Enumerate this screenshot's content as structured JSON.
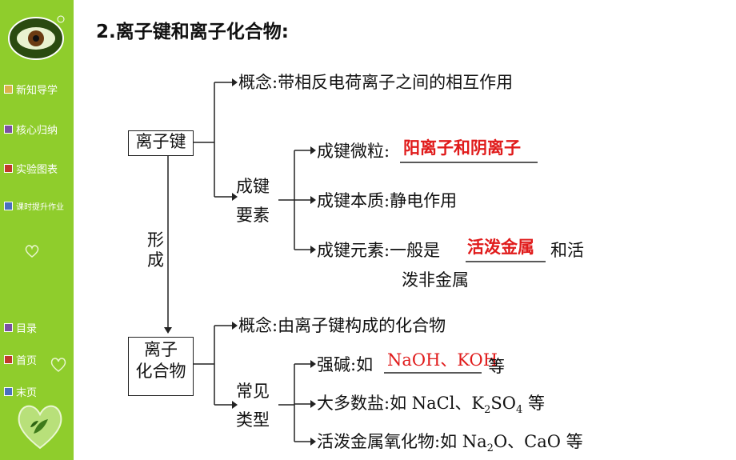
{
  "sidebar": {
    "items": [
      {
        "label": "新知导学",
        "color": "#d9b24a"
      },
      {
        "label": "核心归纳",
        "color": "#7b4fa3"
      },
      {
        "label": "实验图表",
        "color": "#c0392b"
      },
      {
        "label": "课时提升作业",
        "color": "#4a6fc0"
      }
    ],
    "bottom_items": [
      {
        "label": "目录",
        "color": "#7b4fa3"
      },
      {
        "label": "首页",
        "color": "#c0392b"
      },
      {
        "label": "末页",
        "color": "#4a6fc0"
      }
    ]
  },
  "slide": {
    "heading": "2.离子键和离子化合物:",
    "ionic_bond": {
      "node": "离子键",
      "concept": "概念:带相反电荷离子之间的相互作用",
      "elements_label_1": "成键",
      "elements_label_2": "要素",
      "particles_label": "成键微粒:",
      "particles_answer": "阳离子和阴离子",
      "essence": "成键本质:静电作用",
      "elements_prefix": "成键元素:一般是",
      "elements_answer": "活泼金属",
      "elements_suffix": "和活",
      "elements_line2": "泼非金属"
    },
    "form_1": "形",
    "form_2": "成",
    "ionic_compound": {
      "node_1": "离子",
      "node_2": "化合物",
      "concept": "概念:由离子键构成的化合物",
      "types_label_1": "常见",
      "types_label_2": "类型",
      "base_prefix": "强碱:如",
      "base_answer": "NaOH、KOH",
      "base_suffix": "等",
      "salt": "大多数盐:如 NaCl、K",
      "salt_sub1": "2",
      "salt_mid": "SO",
      "salt_sub2": "4",
      "salt_suffix": " 等",
      "oxide": "活泼金属氧化物:如 Na",
      "oxide_sub": "2",
      "oxide_mid": "O、CaO",
      "oxide_suffix": " 等"
    }
  }
}
